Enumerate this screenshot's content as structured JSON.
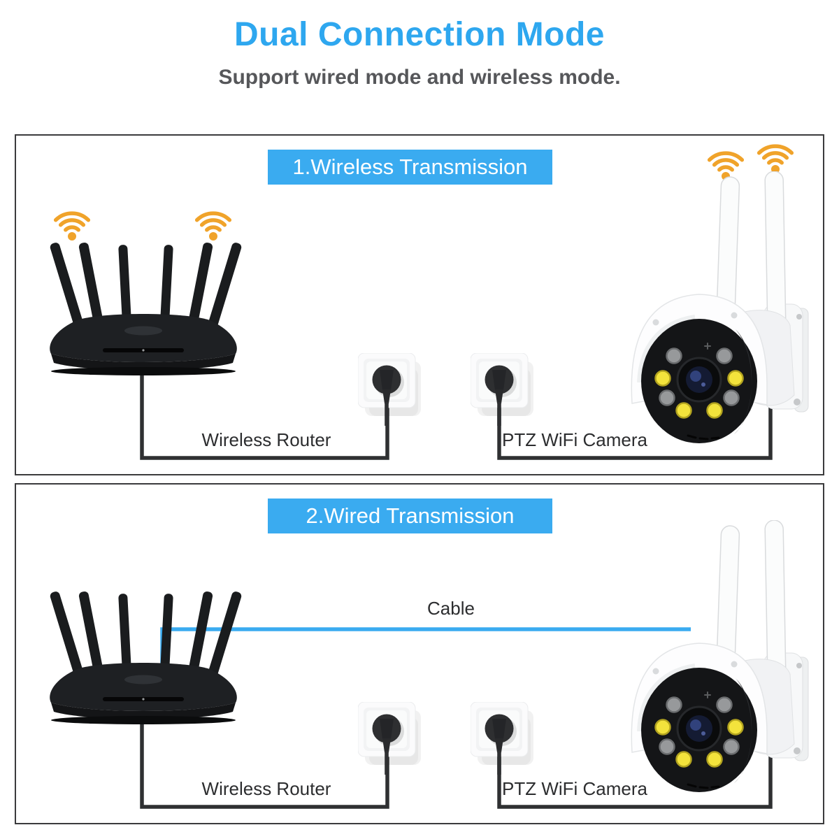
{
  "page": {
    "title": "Dual Connection Mode",
    "subtitle": "Support wired mode and wireless mode."
  },
  "colors": {
    "accent_blue": "#3aabf0",
    "title_blue": "#2ea7ef",
    "subtitle_gray": "#56575a",
    "wifi_orange": "#f0a32a",
    "cable_dark": "#2f3032",
    "label_text": "#2c2d2f",
    "panel_border": "#3b3b3d"
  },
  "icons": {
    "wifi": "wifi-signal-icon",
    "router": "wireless-router-illustration",
    "camera": "ptz-camera-illustration",
    "outlet": "power-outlet-with-plug-illustration"
  },
  "sections": [
    {
      "id": "wireless-transmission",
      "header": "1.Wireless Transmission",
      "router_label": "Wireless Router",
      "camera_label": "PTZ WiFi Camera"
    },
    {
      "id": "wired-transmission",
      "header": "2.Wired Transmission",
      "cable_label": "Cable",
      "router_label": "Wireless Router",
      "camera_label": "PTZ WiFi Camera"
    }
  ]
}
